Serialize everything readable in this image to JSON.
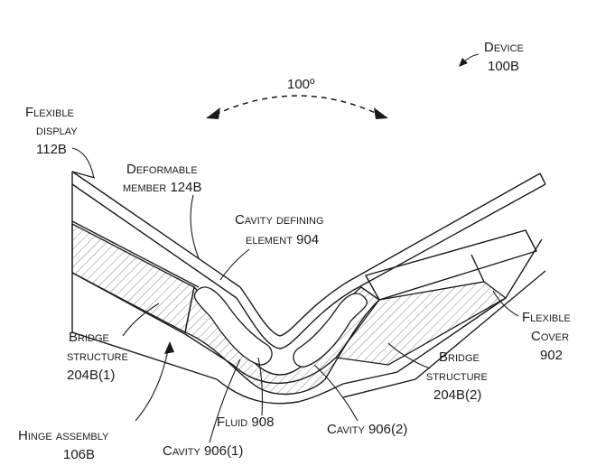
{
  "device": {
    "line1": "Device",
    "line2": "100B"
  },
  "angle": {
    "text": "100º"
  },
  "flexible_display": {
    "line1": "Flexible",
    "line2": "display",
    "line3": "112B"
  },
  "deformable_member": {
    "line1": "Deformable",
    "line2": "member 124B"
  },
  "cavity_defining": {
    "line1": "Cavity defining",
    "line2": "element 904"
  },
  "bridge_left": {
    "line1": "Bridge",
    "line2": "structure",
    "line3": "204B(1)"
  },
  "bridge_right": {
    "line1": "Bridge",
    "line2": "structure",
    "line3": "204B(2)"
  },
  "flexible_cover": {
    "line1": "Flexible",
    "line2": "Cover",
    "line3": "902"
  },
  "hinge_assembly": {
    "line1": "Hinge assembly",
    "line2": "106B"
  },
  "fluid": {
    "text": "Fluid 908"
  },
  "cavity_1": {
    "text": "Cavity 906(1)"
  },
  "cavity_2": {
    "text": "Cavity 906(2)"
  }
}
